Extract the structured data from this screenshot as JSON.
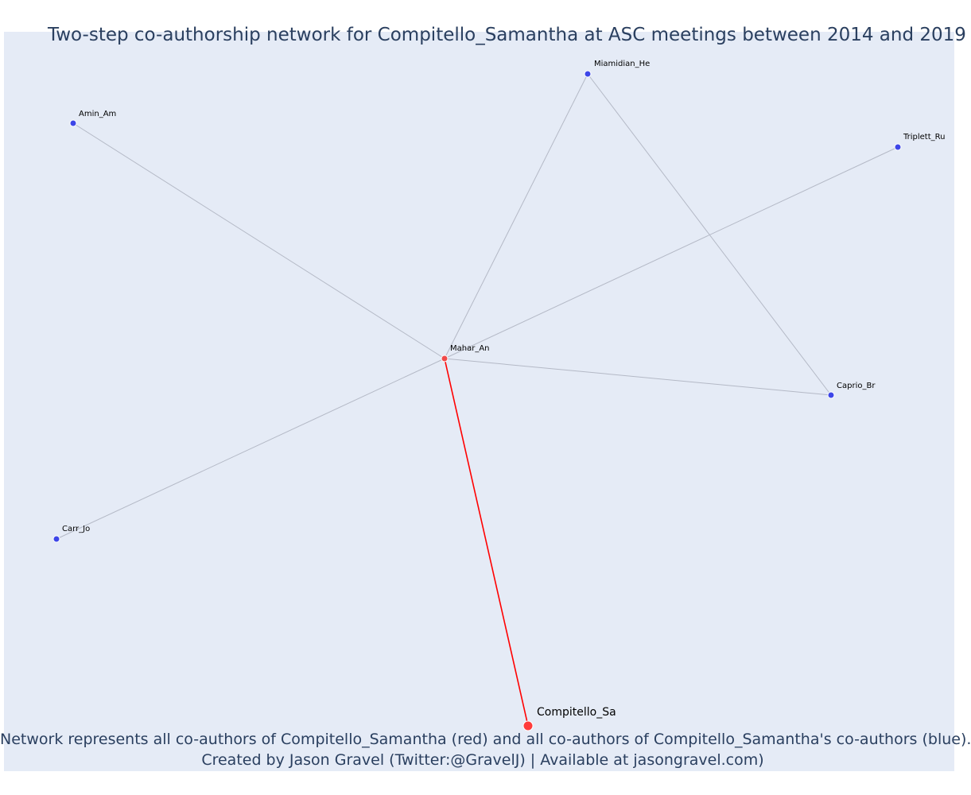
{
  "figure": {
    "title": "Two-step co-authorship network for Compitello_Samantha at ASC meetings between 2014 and 2019",
    "caption_line1": "Network represents all co-authors of Compitello_Samantha (red) and all co-authors of Compitello_Samantha's co-authors (blue).",
    "caption_line2": "Created by Jason Gravel (Twitter:@GravelJ) | Available at jasongravel.com)"
  },
  "colors": {
    "plot_background": "#e5ebf6",
    "focal_node": "#ff3b3b",
    "first_step_node": "#f04a4a",
    "second_step_node": "#3d46e8",
    "focal_edge": "#ff0000",
    "other_edge": "#b4b9c6",
    "text": "#2a3f5f"
  },
  "network": {
    "nodes": [
      {
        "id": "compitello",
        "label": "Compitello_Sa",
        "role": "focal"
      },
      {
        "id": "mahar",
        "label": "Mahar_An",
        "role": "first_step"
      },
      {
        "id": "miamidian",
        "label": "Miamidian_He",
        "role": "second_step"
      },
      {
        "id": "amin",
        "label": "Amin_Am",
        "role": "second_step"
      },
      {
        "id": "triplett",
        "label": "Triplett_Ru",
        "role": "second_step"
      },
      {
        "id": "caprio",
        "label": "Caprio_Br",
        "role": "second_step"
      },
      {
        "id": "carr",
        "label": "Carr_Jo",
        "role": "second_step"
      }
    ],
    "edges": [
      {
        "source": "compitello",
        "target": "mahar",
        "kind": "focal"
      },
      {
        "source": "mahar",
        "target": "amin",
        "kind": "other"
      },
      {
        "source": "mahar",
        "target": "miamidian",
        "kind": "other"
      },
      {
        "source": "mahar",
        "target": "triplett",
        "kind": "other"
      },
      {
        "source": "mahar",
        "target": "caprio",
        "kind": "other"
      },
      {
        "source": "mahar",
        "target": "carr",
        "kind": "other"
      },
      {
        "source": "miamidian",
        "target": "caprio",
        "kind": "other"
      }
    ]
  }
}
